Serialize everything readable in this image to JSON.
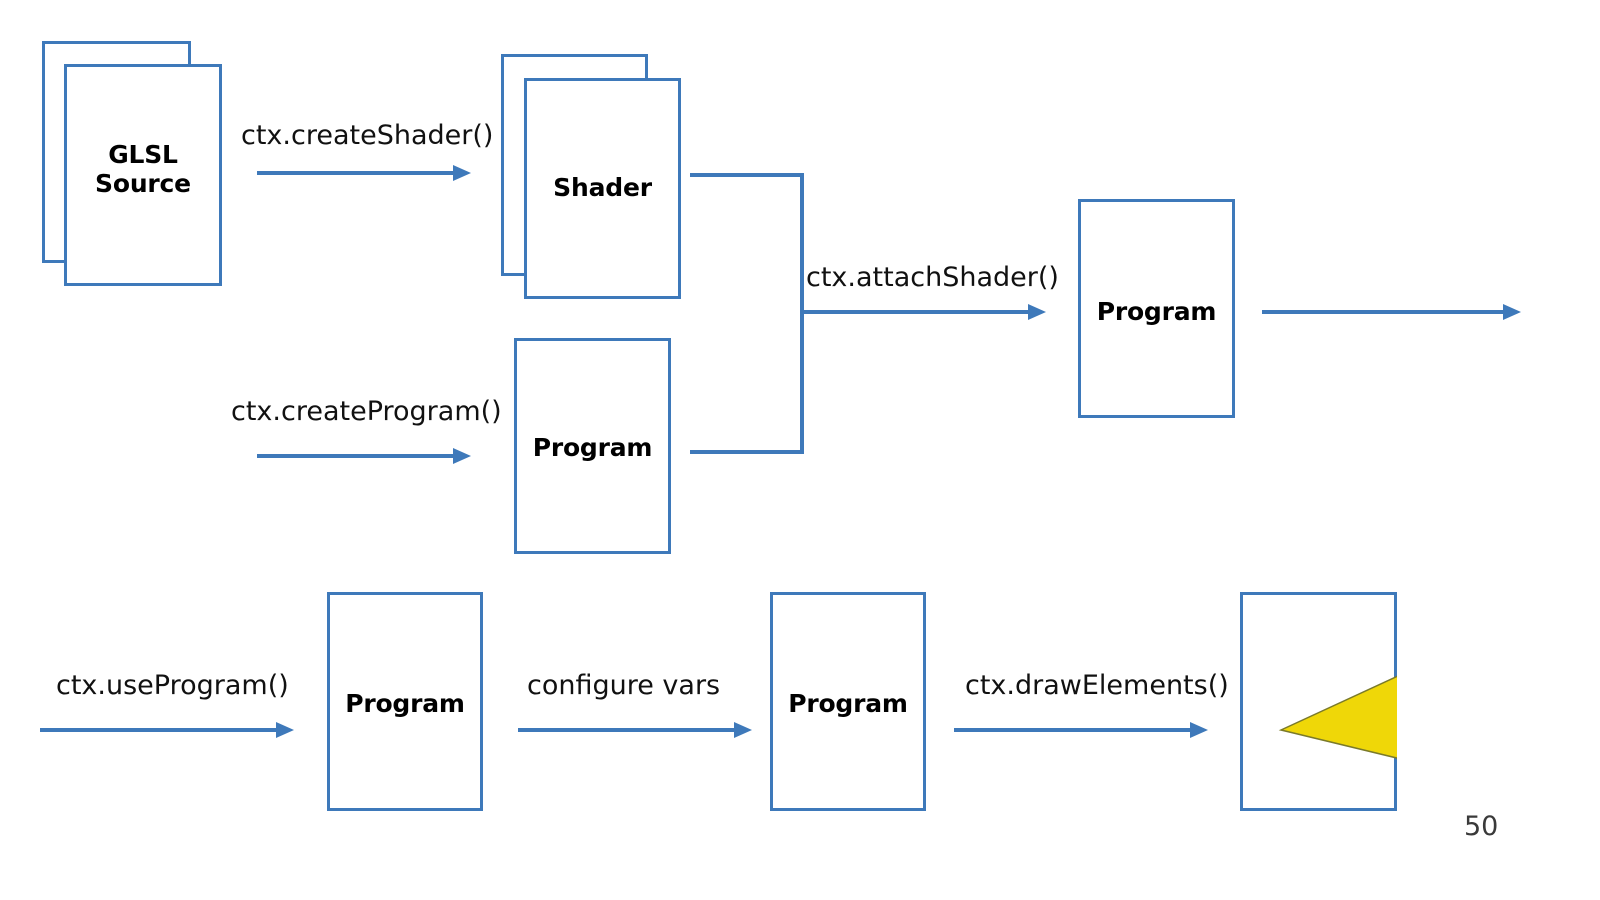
{
  "slide": {
    "page_number": "50",
    "background_color": "#ffffff",
    "accent_color": "#3E79BA",
    "shape_fill_color": "#EFD708",
    "text_color": "#000000"
  },
  "nodes": {
    "glsl_source": {
      "label": "GLSL\nSource",
      "line1": "GLSL",
      "line2": "Source",
      "stacked": true
    },
    "shader": {
      "label": "Shader",
      "stacked": true
    },
    "program_middle": {
      "label": "Program",
      "stacked": false
    },
    "program_linked": {
      "label": "Program",
      "stacked": false
    },
    "program_in_use": {
      "label": "Program",
      "stacked": false
    },
    "program_configured": {
      "label": "Program",
      "stacked": false
    },
    "render_output": {
      "label": "",
      "stacked": false,
      "shape": "triangle"
    }
  },
  "edges": [
    {
      "id": "create-shader",
      "label": "ctx.createShader()"
    },
    {
      "id": "create-program",
      "label": "ctx.createProgram()"
    },
    {
      "id": "attach-shader",
      "label": "ctx.attachShader()"
    },
    {
      "id": "program-output",
      "label": ""
    },
    {
      "id": "use-program",
      "label": "ctx.useProgram()"
    },
    {
      "id": "configure-vars",
      "label": "configure vars"
    },
    {
      "id": "draw-elements",
      "label": "ctx.drawElements()"
    }
  ]
}
